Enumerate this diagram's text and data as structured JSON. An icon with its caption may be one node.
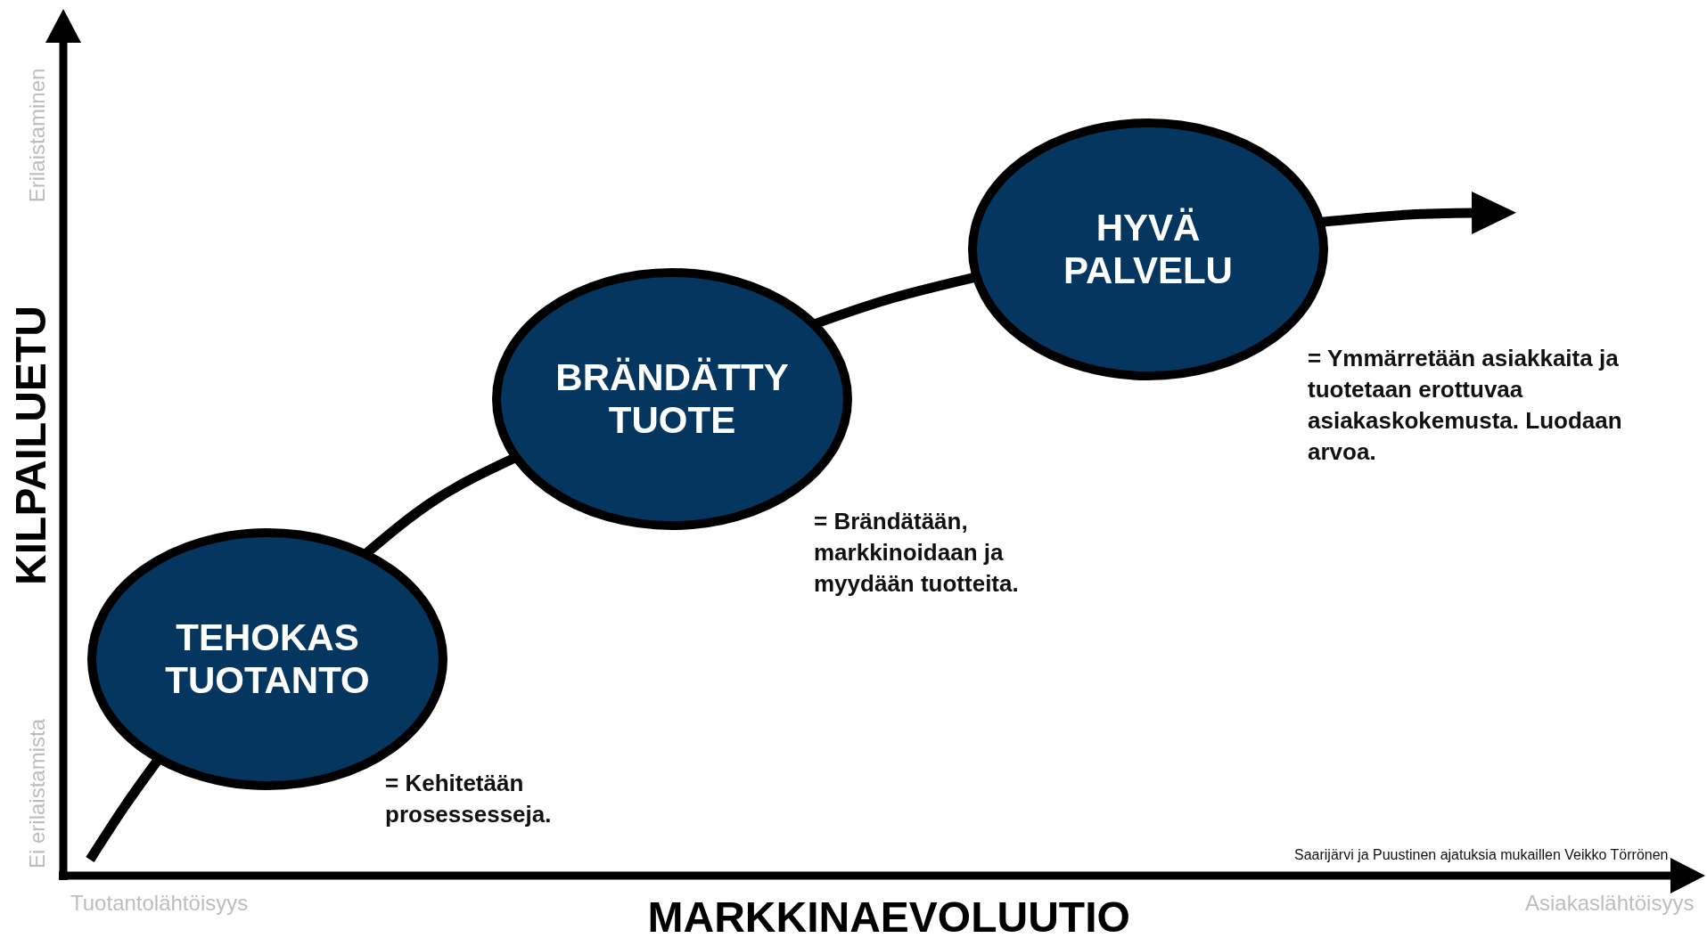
{
  "diagram": {
    "nodes": [
      {
        "text": [
          "TEHOKAS TUOTANTO"
        ],
        "beside": [
          "= Kehitetään prosessesseja."
        ]
      },
      {
        "text": [
          "BRÄNDÄTTY TUOTE"
        ],
        "beside": [
          "= Brändätään, markkinoidaan ja myydään tuotteita."
        ]
      },
      {
        "text": [
          "HYVÄ PALVELU"
        ],
        "beside": [
          "= Ymmärretään asiakkaita ja tuotetaan erottuvaa asiakaskokemusta. Luodaan arvoa."
        ]
      }
    ],
    "edges": [
      {
        "from": null,
        "to": 0,
        "arrow": "none"
      },
      {
        "from": 0,
        "to": 1,
        "arrow": "none"
      },
      {
        "from": 1,
        "to": 2,
        "arrow": "none"
      },
      {
        "from": 2,
        "to": null,
        "arrow": "to"
      }
    ],
    "labels": [
      "Erilaistaminen",
      "KILPAILUETU",
      "Ei erilaistamista",
      "Saarijärvi ja Puustinen ajatuksia mukaillen Veikko Törrönen",
      "Tuotantolähtöisyys",
      "MARKKINAEVOLUUTIO",
      "Asiakaslähtöisyys"
    ]
  }
}
